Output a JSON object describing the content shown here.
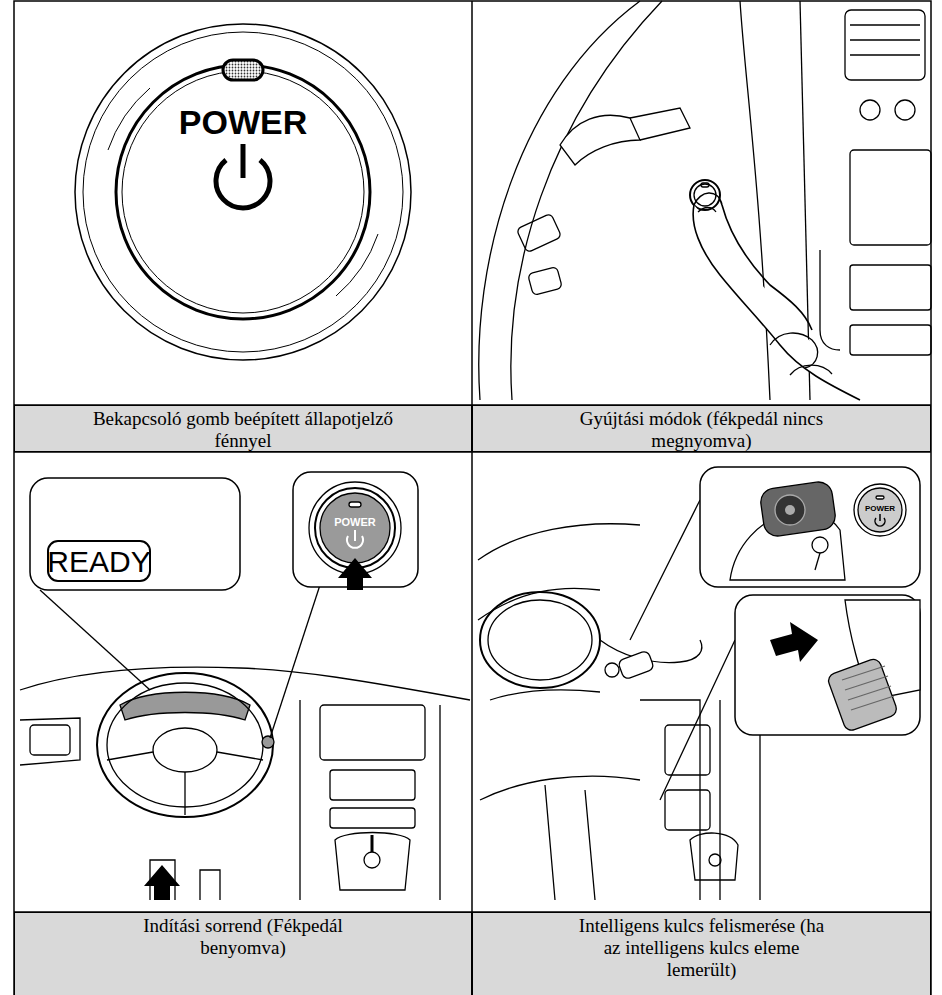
{
  "diagram": {
    "nodes": [
      {
        "text": [
          "Bekapcsoló gomb beépített állapotjelző fénnyel"
        ]
      },
      {
        "text": [
          "Gyújtási módok (fékpedál nincs megnyomva)"
        ]
      },
      {
        "text": [
          "Indítási sorrend (Fékpedál benyomva)"
        ]
      },
      {
        "text": [
          "Intelligens kulcs felismerése (ha az intelligens kulcs eleme lemerült)"
        ]
      }
    ],
    "labels": [
      "POWER",
      "READY",
      "POWER",
      "POWER"
    ]
  }
}
